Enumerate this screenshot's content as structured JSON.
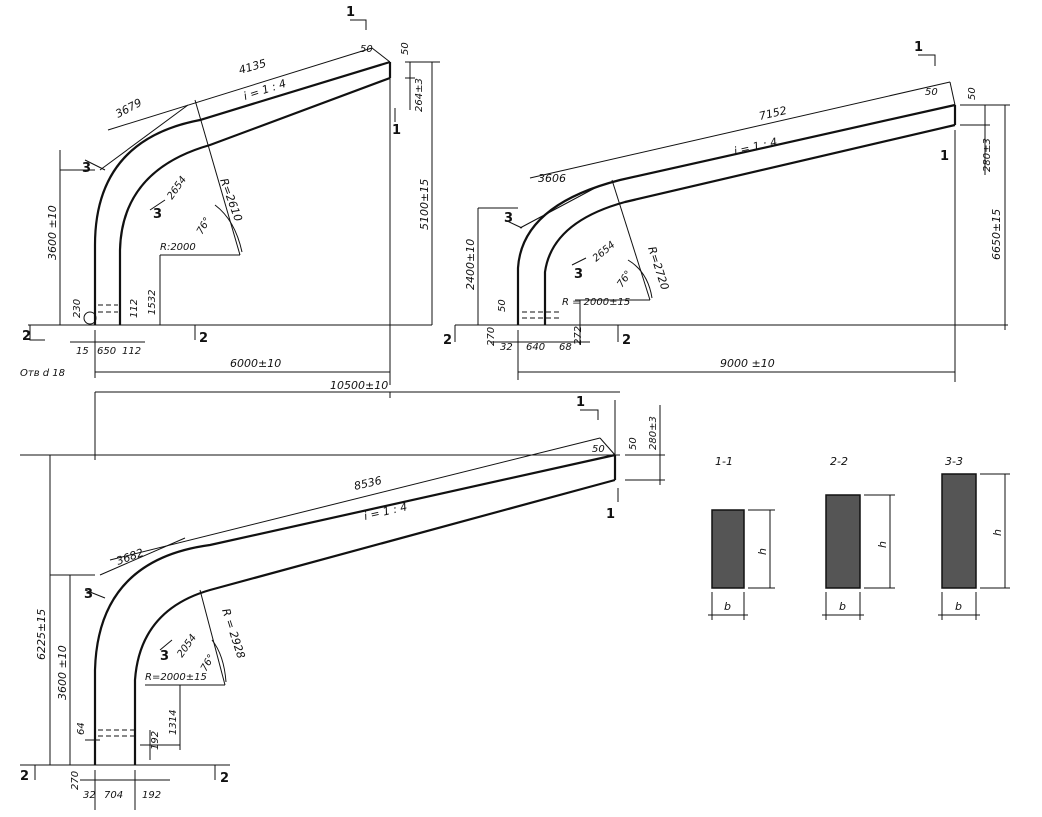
{
  "frame1": {
    "top_len": "4135",
    "arc_len": "3679",
    "slope": "i = 1 : 4",
    "end_50_h": "50",
    "end_50_v": "50",
    "end_264": "264±3",
    "rise": "5100±15",
    "leg_h": "3600 ±10",
    "r_outer": "R=2610",
    "r_inner": "R:2000",
    "r_dim": "2654",
    "angle": "76°",
    "dim_1532": "1532",
    "dim_230": "230",
    "dim_112a": "112",
    "dim_15": "15",
    "dim_650": "650",
    "dim_112b": "112",
    "hole": "Отв d 18",
    "span": "6000±10",
    "total": "10500±10"
  },
  "frame2": {
    "top_len": "7152",
    "arc_len": "3606",
    "slope": "i = 1 : 4",
    "end_50_h": "50",
    "end_50_v": "50",
    "end_280": "280±3",
    "rise": "6650±15",
    "leg_h": "2400±10",
    "r_outer": "R=2720",
    "r_inner": "R = 2000±15",
    "r_dim": "2654",
    "angle": "76°",
    "dim_50": "50",
    "dim_270": "270",
    "dim_32": "32",
    "dim_640": "640",
    "dim_68": "68",
    "dim_272": "272",
    "span": "9000 ±10"
  },
  "frame3": {
    "top_len": "8536",
    "arc_len": "3682",
    "slope": "i = 1 : 4",
    "end_50_h": "50",
    "end_50_v": "50",
    "end_280": "280±3",
    "rise": "6225±15",
    "leg_h": "3600 ±10",
    "r_outer": "R = 2928",
    "r_inner": "R=2000±15",
    "r_dim": "2054",
    "angle": "76°",
    "dim_64": "64",
    "dim_192a": "192",
    "dim_1314": "1314",
    "dim_270": "270",
    "dim_32": "32",
    "dim_704": "704",
    "dim_192b": "192"
  },
  "markers": {
    "s1": "1",
    "s2": "2",
    "s3": "3"
  },
  "sections": [
    {
      "title": "1-1",
      "b": "b",
      "h": "h"
    },
    {
      "title": "2-2",
      "b": "b",
      "h": "h"
    },
    {
      "title": "3-3",
      "b": "b",
      "h": "h"
    }
  ]
}
